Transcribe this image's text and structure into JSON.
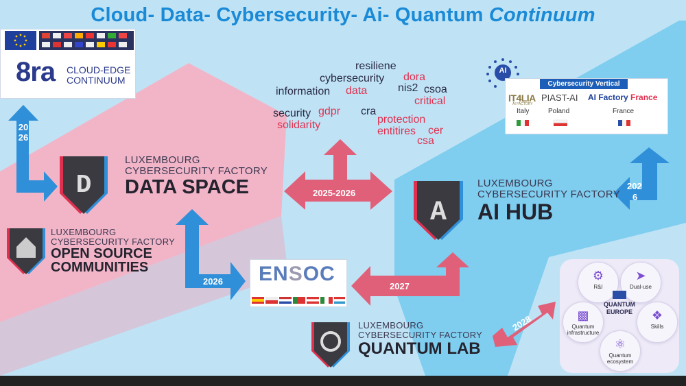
{
  "slide": {
    "title_main": "Cloud- Data- Cybersecurity- Ai- Quantum ",
    "title_italic": "Continuum"
  },
  "eucloud": {
    "logo_text": "8ra",
    "tag_line1": "CLOUD-EDGE",
    "tag_line2": "CONTINUUM",
    "year_vertical": "2026"
  },
  "data_space": {
    "subtitle_line1": "LUXEMBOURG",
    "subtitle_line2": "CYBERSECURITY FACTORY",
    "name": "DATA SPACE"
  },
  "open_source": {
    "subtitle_line1": "LUXEMBOURG",
    "subtitle_line2": "CYBERSECURITY FACTORY",
    "name_line1": "OPEN SOURCE",
    "name_line2": "COMMUNITIES"
  },
  "ai_hub": {
    "subtitle_line1": "LUXEMBOURG",
    "subtitle_line2": "CYBERSECURITY FACTORY",
    "name": "AI HUB",
    "year_vertical_a": "202",
    "year_vertical_b": "6"
  },
  "quantum_lab": {
    "subtitle_line1": "LUXEMBOURG",
    "subtitle_line2": "CYBERSECURITY FACTORY",
    "name": "QUANTUM LAB"
  },
  "ensoc": {
    "name_a": "EN",
    "name_b": "S",
    "name_c": "OC"
  },
  "arrows": {
    "center": "2025-2026",
    "lower_left": "2026",
    "lower_right": "2027",
    "quantum": "2028"
  },
  "word_cloud": {
    "resiliene": "resiliene",
    "cybersecurity": "cybersecurity",
    "dora": "dora",
    "information": "information",
    "data": "data",
    "nis2": "nis2",
    "csoa": "csoa",
    "critical": "critical",
    "security": "security",
    "gdpr": "gdpr",
    "cra": "cra",
    "protection": "protection",
    "solidarity": "solidarity",
    "entitires": "entitires",
    "cer": "cer",
    "csa": "csa"
  },
  "ai_card": {
    "badge": "AI",
    "header": "Cybersecurity Vertical",
    "factory1": "IT4LIA",
    "factory1_sub": "AI FACTORY",
    "factory2": "PIAST-AI",
    "factory3_a": "AI Factory ",
    "factory3_b": "France",
    "country1": "Italy",
    "country2": "Poland",
    "country3": "France"
  },
  "quantum_europe": {
    "center_line1": "QUANTUM",
    "center_line2": "EUROPE",
    "nodes": [
      {
        "label": "R&I",
        "icon": "gear-icon"
      },
      {
        "label": "Dual-use",
        "icon": "rocket-icon"
      },
      {
        "label": "Skills",
        "icon": "medal-icon"
      },
      {
        "label": "Quantum ecosystem",
        "icon": "atom-icon"
      },
      {
        "label": "Quantum infrastructure",
        "icon": "factory-icon"
      }
    ]
  },
  "colors": {
    "pink_region": "#f2b5c8",
    "blue_region": "#7fcdef",
    "blue_arrow": "#2f8fd8",
    "red_arrow": "#e0607a",
    "title_blue": "#1a8ad6"
  }
}
